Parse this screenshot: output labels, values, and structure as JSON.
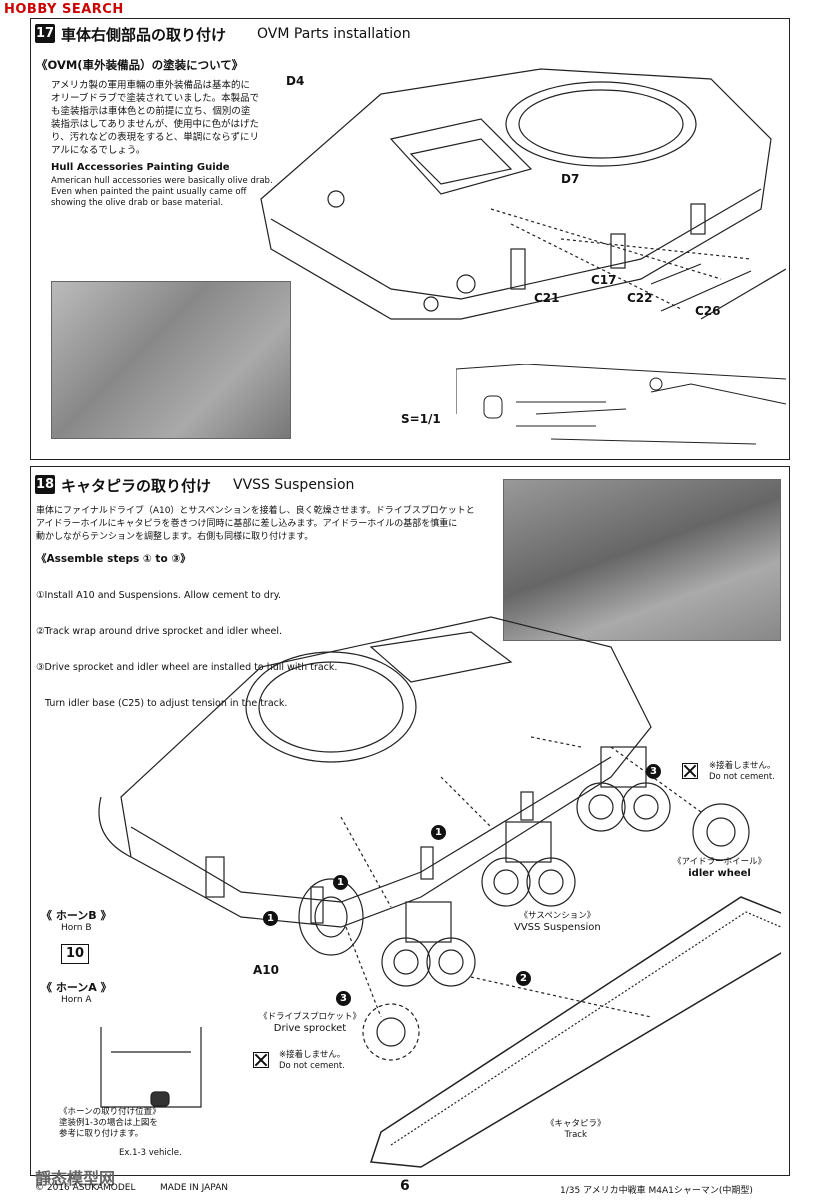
{
  "header": {
    "site_logo": "HOBBY SEARCH"
  },
  "step17": {
    "number": "17",
    "title_jp": "車体右側部品の取り付け",
    "title_en": "OVM Parts installation",
    "note_title": "《OVM(車外装備品）の塗装について》",
    "note_jp": [
      "アメリカ製の軍用車輛の車外装備品は基本的に",
      "オリーブドラブで塗装されていました。本製品で",
      "も塗装指示は車体色との前提に立ち、個別の塗",
      "装指示はしてありませんが、使用中に色がはげた",
      "り、汚れなどの表現をすると、単調にならずにリ",
      "アルになるでしょう。"
    ],
    "guide_title": "Hull Accessories Painting Guide",
    "guide_en": [
      "American hull accessories were basically olive drab.",
      "Even when painted the paint usually came off",
      "showing the olive drab or base material."
    ],
    "parts": [
      "D4",
      "D7",
      "C17",
      "C21",
      "C22",
      "C26"
    ],
    "scale": "S=1/1"
  },
  "step18": {
    "number": "18",
    "title_jp": "キャタピラの取り付け",
    "title_en": "VVSS Suspension",
    "intro_jp": [
      "車体にファイナルドライブ（A10）とサスペンションを接着し、良く乾燥させます。ドライブスプロケットと",
      "アイドラーホイルにキャタピラを巻きつけ同時に基部に差し込みます。アイドラーホイルの基部を慎重に",
      "動かしながらテンションを調整します。右側も同様に取り付けます。"
    ],
    "assemble_title": "《Assemble steps ① to ③》",
    "assemble_steps": [
      "①Install A10 and Suspensions. Allow cement to dry.",
      "②Track wrap around drive sprocket and idler wheel.",
      "③Drive sprocket and idler wheel are installed to hull with track.",
      "   Turn idler base (C25) to adjust tension in the track."
    ],
    "no_cement_jp": "※接着しません。",
    "no_cement_en": "Do not cement.",
    "idler_jp": "《アイドラーホイール》",
    "idler_en": "idler wheel",
    "susp_jp": "《サスペンション》",
    "susp_en": "VVSS Suspension",
    "sprocket_jp": "《ドライブスプロケット》",
    "sprocket_en": "Drive sprocket",
    "track_jp": "《キャタピラ》",
    "track_en": "Track",
    "hornB_jp": "《 ホーンB 》",
    "hornB_en": "Horn B",
    "hornA_jp": "《 ホーンA 》",
    "hornA_en": "Horn A",
    "horn_code": "10",
    "part_a10": "A10",
    "horn_pos_jp": [
      "《ホーンの取り付け位置》",
      "塗装例1-3の場合は上図を",
      "参考に取り付けます。"
    ],
    "horn_pos_en": "Ex.1-3 vehicle."
  },
  "footer": {
    "copyright": "© 2016 ASUKAMODEL",
    "made_in": "MADE IN JAPAN",
    "page": "6",
    "product": "1/35 アメリカ中戦車 M4A1シャーマン(中期型)",
    "watermark": "靜态模型网"
  }
}
